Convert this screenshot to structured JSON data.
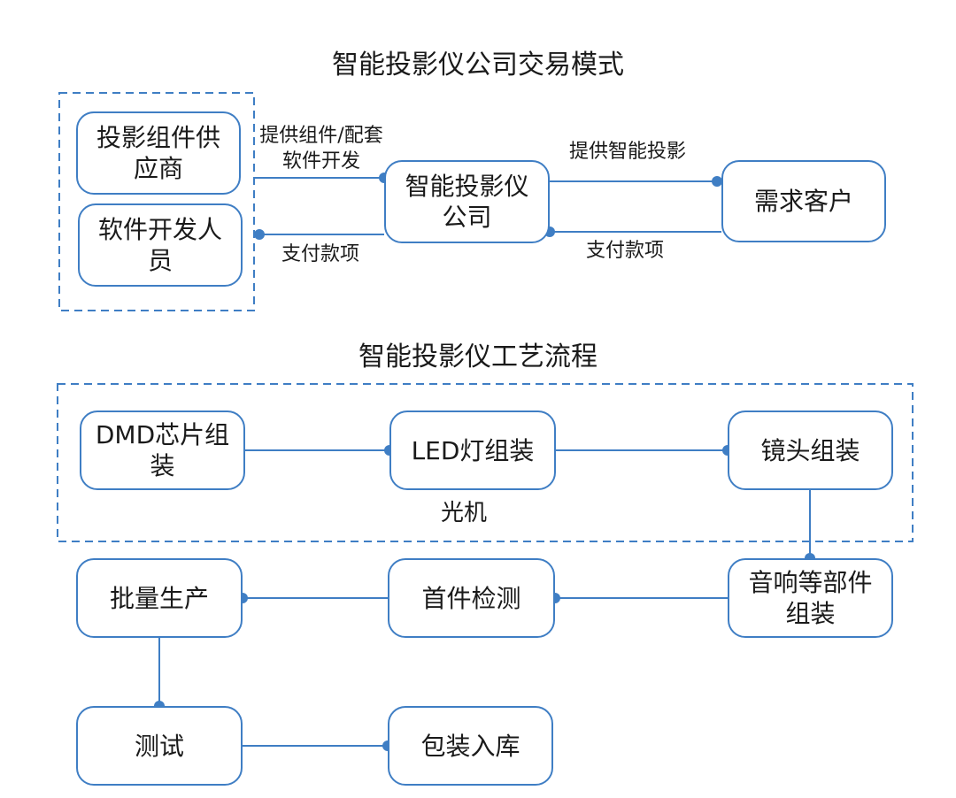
{
  "section1": {
    "title": "智能投影仪公司交易模式",
    "nodes": {
      "supplier": "投影组件供应商",
      "developer": "软件开发人员",
      "company": "智能投影仪公司",
      "customer": "需求客户"
    },
    "edges": {
      "supplier_to_company": "提供组件/配套软件开发",
      "company_to_developer": "支付款项",
      "company_to_customer": "提供智能投影",
      "customer_to_company": "支付款项"
    }
  },
  "section2": {
    "title": "智能投影仪工艺流程",
    "group_label": "光机",
    "nodes": {
      "dmd": "DMD芯片组装",
      "led": "LED灯组装",
      "lens": "镜头组装",
      "audio": "音响等部件组装",
      "inspect": "首件检测",
      "mass": "批量生产",
      "test": "测试",
      "pack": "包装入库"
    }
  }
}
